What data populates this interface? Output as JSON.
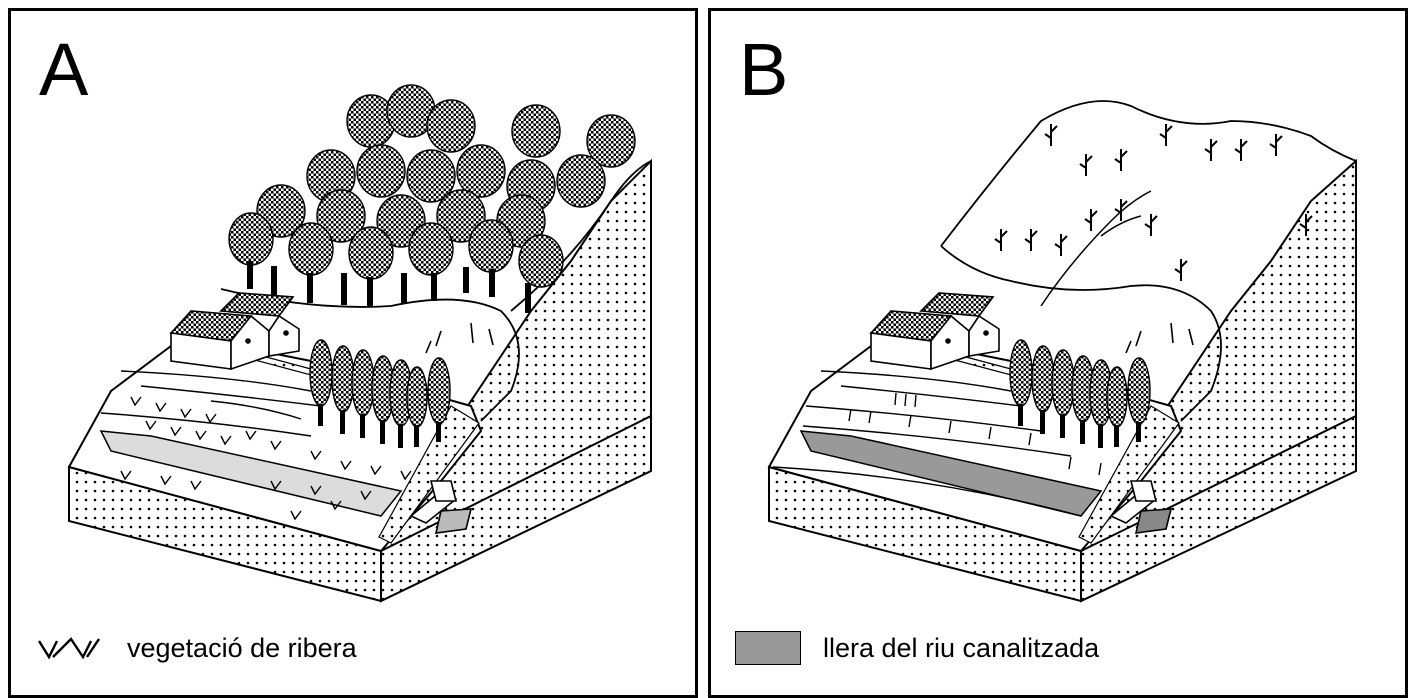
{
  "panels": [
    {
      "letter": "A",
      "legend": {
        "symbol": "riparian-vegetation-symbol",
        "text": "vegetació de ribera"
      }
    },
    {
      "letter": "B",
      "legend": {
        "symbol": "gray-swatch",
        "text": "llera del riu canalitzada",
        "color": "#999999"
      }
    }
  ],
  "colors": {
    "river_a": "#dcdcdc",
    "river_b": "#999999",
    "stroke": "#000000"
  }
}
